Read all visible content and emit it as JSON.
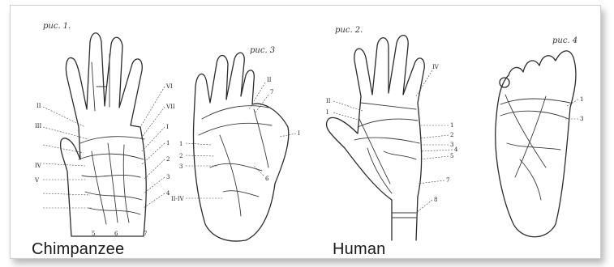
{
  "figures": [
    {
      "label": "рис. 1."
    },
    {
      "label": "рис. 3"
    },
    {
      "label": "рис. 2."
    },
    {
      "label": "рис. 4"
    }
  ],
  "captions": {
    "left": "Chimpanzee",
    "right": "Human"
  },
  "fig1_marks": [
    "II",
    "III",
    "IV",
    "V",
    "VI",
    "VII",
    "I",
    "1",
    "2",
    "3",
    "4",
    "5",
    "6",
    "7"
  ],
  "fig3_marks": [
    "II",
    "1",
    "2",
    "3",
    "7",
    "6",
    "I",
    "II-IV"
  ],
  "fig2_marks": [
    "IV",
    "II",
    "I",
    "1",
    "2",
    "3",
    "4",
    "5",
    "7",
    "8"
  ],
  "fig4_marks": [
    "1",
    "3"
  ]
}
